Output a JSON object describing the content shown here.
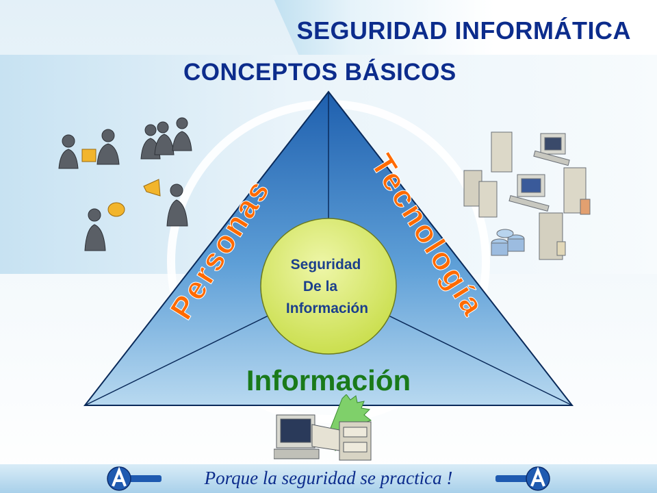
{
  "slide": {
    "title": "SEGURIDAD INFORMÁTICA",
    "subtitle": "CONCEPTOS BÁSICOS"
  },
  "diagram": {
    "left_label": "Personas",
    "right_label": "Tecnología",
    "bottom_label": "Información",
    "center_line1": "Seguridad",
    "center_line2": "De la",
    "center_line3": "Información"
  },
  "icons": [
    "people-icon",
    "computer-equipment-icon",
    "file-server-icon",
    "logo-icon"
  ],
  "footer": {
    "slogan": "Porque la seguridad se practica !"
  },
  "colors": {
    "title": "#0c2c8c",
    "labels": "#ff6a00",
    "bottom_label": "#1a7a1a",
    "center_circle": "#d4e85a"
  }
}
